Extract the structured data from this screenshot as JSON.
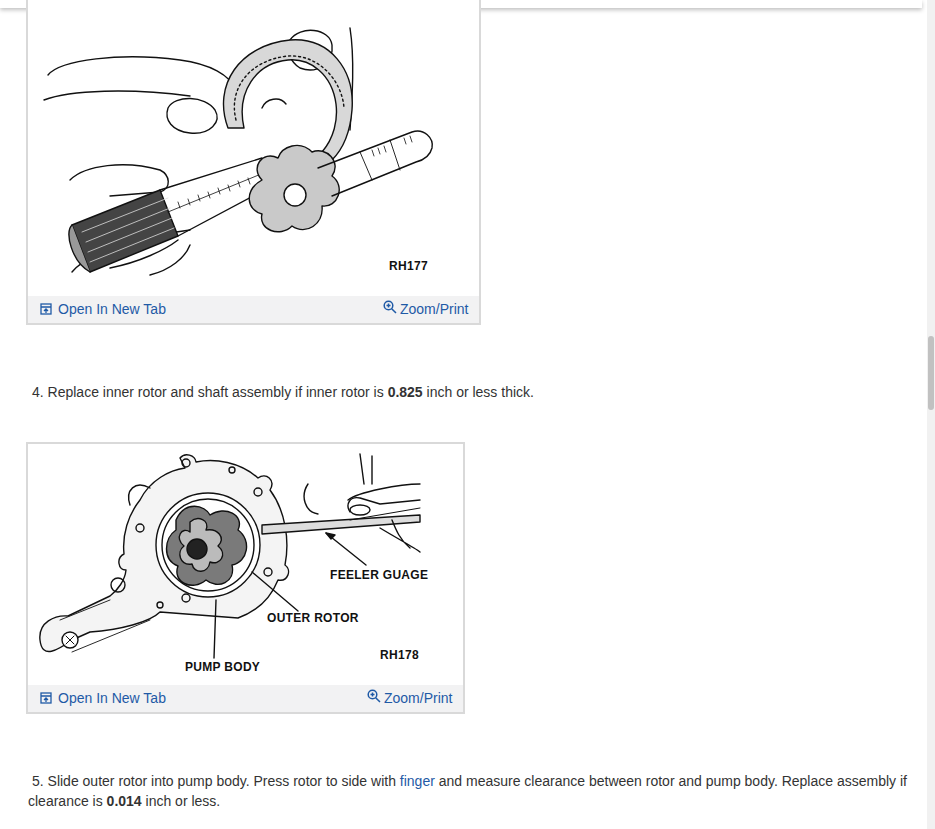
{
  "diagram": {
    "labels": [
      "RH177",
      "Open In New Tab",
      "Zoom/Print",
      "4. Replace inner rotor and shaft assembly if inner rotor is",
      "0.825",
      "inch or less thick.",
      "FEELER GUAGE",
      "OUTER ROTOR",
      "PUMP BODY",
      "RH178",
      "Open In New Tab",
      "Zoom/Print",
      "5. Slide outer rotor into pump body. Press rotor to side with",
      "finger",
      "and measure clearance between rotor and pump body. Replace assembly if clearance is",
      "0.014",
      "inch or less."
    ]
  }
}
